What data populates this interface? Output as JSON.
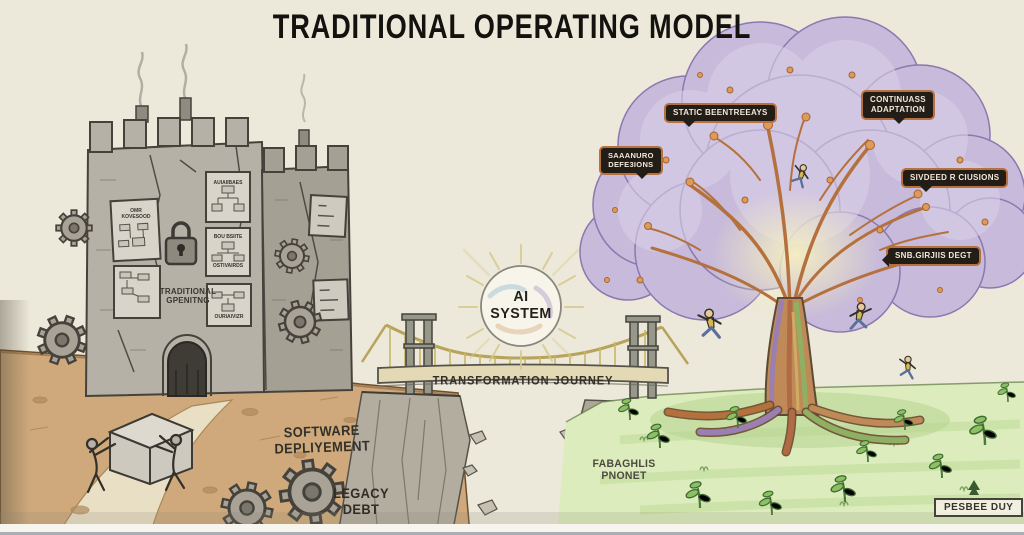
{
  "title": "TRADITIONAL OPERATING MODEL",
  "castle": {
    "label": "TRADITIONAL\nGPENITNG",
    "panels": {
      "p1": "OMR\nKOVESOOD",
      "p2": "AUIAIIBAES",
      "p3": "BOU BSIITE",
      "p4": "OSTIVAIRDS",
      "p5": "OURIAIVIZR"
    }
  },
  "ground_labels": {
    "software": "SOFTWARE\nDEPLIYEMENT",
    "legacy": "LEGACY\nDEBT",
    "chasm": "FABAGHLIS\nPNONET",
    "present_day": "PESBEE DUY"
  },
  "bridge": {
    "ai": "AI\nSYSTEM",
    "journey": "TRANSFORMATION JOURNEY"
  },
  "tree": {
    "bubbles": [
      {
        "id": "static",
        "text": "STATIC BEENTREEAYS"
      },
      {
        "id": "adaptation",
        "text": "CONTINUASS\nADAPTATION"
      },
      {
        "id": "decisions",
        "text": "SAAANURO\nDEFE3IONS"
      },
      {
        "id": "revisions",
        "text": "SIVDEED R CIUSIONS"
      },
      {
        "id": "debt",
        "text": "SNB.GIRJIIS DEGT"
      }
    ]
  },
  "colors": {
    "paper": "#ece8da",
    "canopy": "#c6b8da",
    "branch": "#b5713d",
    "meadow": "#dcecbc",
    "bubble_bg": "#221d17",
    "bubble_border": "#b8703f",
    "ink": "#14120f"
  }
}
